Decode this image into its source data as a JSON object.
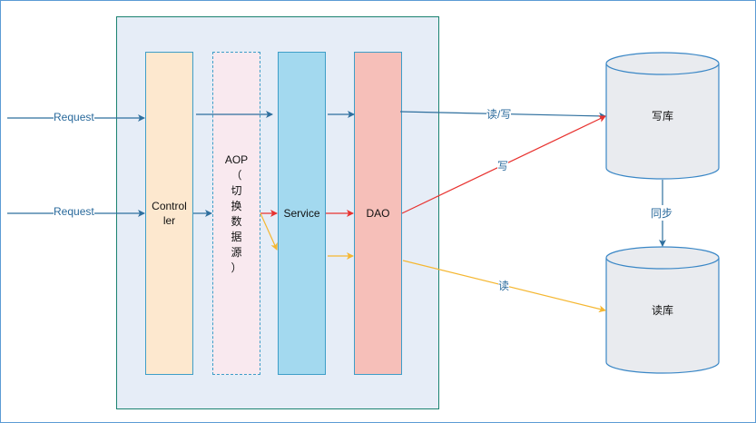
{
  "diagram": {
    "type": "architecture",
    "title": "Read/Write splitting via AOP data source switching",
    "requests": [
      {
        "label": "Request"
      },
      {
        "label": "Request"
      }
    ],
    "layers": {
      "controller": {
        "label_line1": "Control",
        "label_line2": "ler"
      },
      "aop": {
        "lines": [
          "AOP",
          "（",
          "切",
          "换",
          "数",
          "据",
          "源",
          "）"
        ]
      },
      "service": {
        "label": "Service"
      },
      "dao": {
        "label": "DAO"
      }
    },
    "databases": {
      "write_db": {
        "label": "写库"
      },
      "read_db": {
        "label": "读库"
      }
    },
    "edges": {
      "read_write": {
        "label": "读/写"
      },
      "write": {
        "label": "写"
      },
      "read": {
        "label": "读"
      },
      "sync": {
        "label": "同步"
      }
    },
    "colors": {
      "blue_edge": "#2e6f9e",
      "write_edge": "#e8322f",
      "read_edge": "#f5b731",
      "container_border": "#1a8270",
      "container_fill": "#e6edf7",
      "controller_fill": "#fde8cf",
      "aop_fill": "#f9e9ef",
      "service_fill": "#a3d9ef",
      "dao_fill": "#f6bfb9",
      "db_fill": "#e9ebef",
      "db_border": "#3a87c6"
    }
  }
}
